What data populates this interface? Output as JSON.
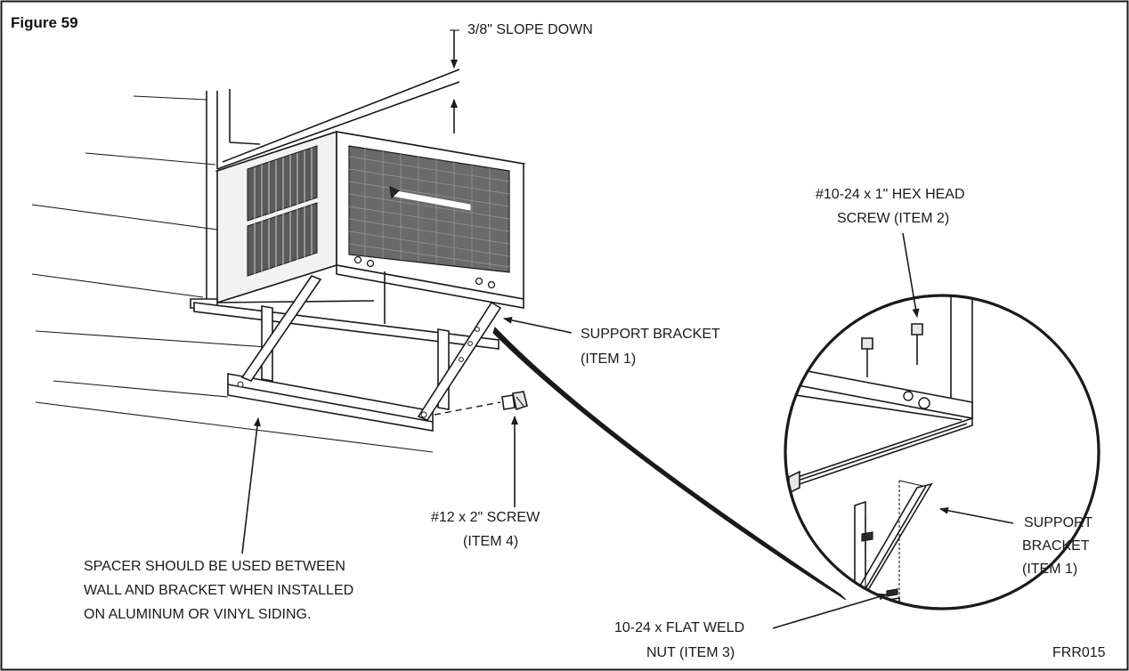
{
  "figure": {
    "title": "Figure 59",
    "code": "FRR015"
  },
  "labels": {
    "slope_line1": "3/8\" SLOPE DOWN",
    "hex_screw_line1": "#10-24 x 1\" HEX HEAD",
    "hex_screw_line2": "SCREW (ITEM 2)",
    "support_main_line1": "SUPPORT BRACKET",
    "support_main_line2": "(ITEM 1)",
    "support_detail_line1": "SUPPORT",
    "support_detail_line2": "BRACKET",
    "support_detail_line3": "(ITEM 1)",
    "screw12_line1": "#12 x 2\" SCREW",
    "screw12_line2": "(ITEM 4)",
    "spacer_line1": "SPACER SHOULD BE USED BETWEEN",
    "spacer_line2": "WALL AND BRACKET WHEN INSTALLED",
    "spacer_line3": "ON ALUMINUM OR VINYL SIDING.",
    "weld_nut_line1": "10-24 x FLAT WELD",
    "weld_nut_line2": "NUT (ITEM 3)"
  }
}
